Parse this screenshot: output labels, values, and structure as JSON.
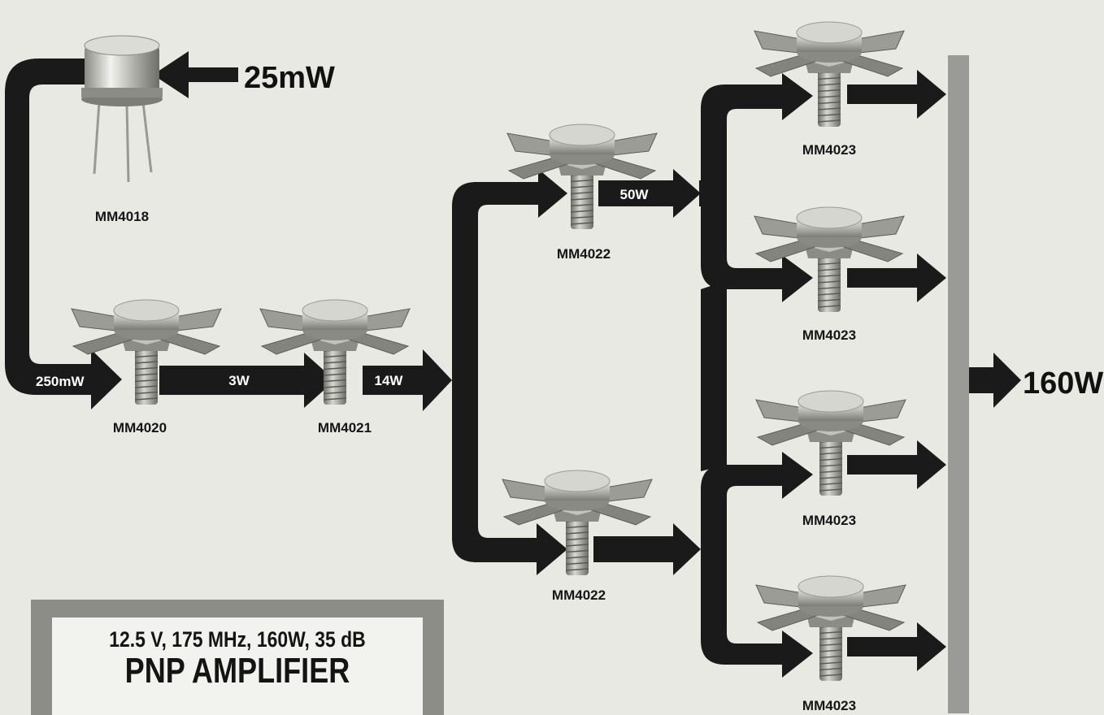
{
  "input_power": "25mW",
  "output_power": "160W",
  "stages": {
    "driver": "MM4018",
    "stage2": "MM4020",
    "stage3": "MM4021",
    "stage4_top": "MM4022",
    "stage4_bottom": "MM4022",
    "final_1": "MM4023",
    "final_2": "MM4023",
    "final_3": "MM4023",
    "final_4": "MM4023"
  },
  "levels": {
    "after_driver": "250mW",
    "after_stage2": "3W",
    "after_stage3": "14W",
    "after_stage4": "50W"
  },
  "spec": {
    "line1": "12.5 V, 175 MHz, 160W, 35 dB",
    "line2": "PNP AMPLIFIER"
  },
  "colors": {
    "background": "#e9e9e4",
    "arrow": "#1a1a1a",
    "combiner_bar": "#9a9a96",
    "plate": "#8d8d88"
  }
}
